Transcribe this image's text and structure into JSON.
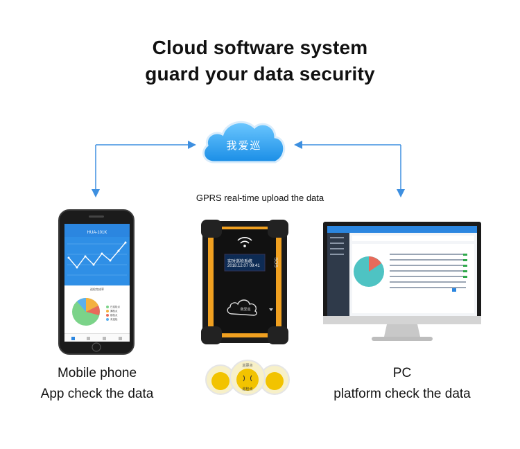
{
  "headline": {
    "line1": "Cloud software system",
    "line2": "guard your data security"
  },
  "cloud": {
    "label": "我爱巡",
    "color": "#2ea3f0"
  },
  "upload_label": "GPRS real-time upload the data",
  "phone": {
    "screen_title": "HUA-101K",
    "card_title": "巡检完成率",
    "legend": [
      "已巡检点",
      "漏检点",
      "错检点",
      "未巡检"
    ]
  },
  "device": {
    "screen_line1": "实时巡检系统",
    "screen_line2": "2018.12.07 09:41",
    "side_label": "SOS",
    "cloud_label": "我爱巡"
  },
  "tags": {
    "label_top": "巡更点",
    "label_mid": "巡检点"
  },
  "captions": {
    "left_line1": "Mobile phone",
    "left_line2": "App check the data",
    "right_line1": "PC",
    "right_line2": "platform check the data"
  },
  "colors": {
    "arrow": "#3d8fe0",
    "device_body": "#f0a020",
    "accent_blue": "#2b86e0"
  }
}
